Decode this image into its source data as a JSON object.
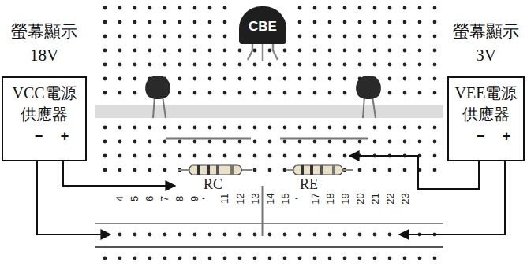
{
  "diagram": {
    "nodes": [
      {
        "text": [
          "螢幕顯示 18V",
          "VCC電源 供應器",
          "−",
          "+"
        ]
      },
      {
        "text": [
          "CBE"
        ]
      },
      {
        "text": [
          "螢幕顯示 3V",
          "VEE電源 供應器",
          "−",
          "+"
        ]
      }
    ],
    "labels": [
      "RC",
      "RE",
      "4",
      "5",
      "6",
      "7",
      "8",
      "9",
      ",",
      "11",
      "12",
      "13",
      "14",
      "15",
      ",",
      "17",
      "18",
      "19",
      "20",
      "21",
      "22",
      "23"
    ]
  }
}
